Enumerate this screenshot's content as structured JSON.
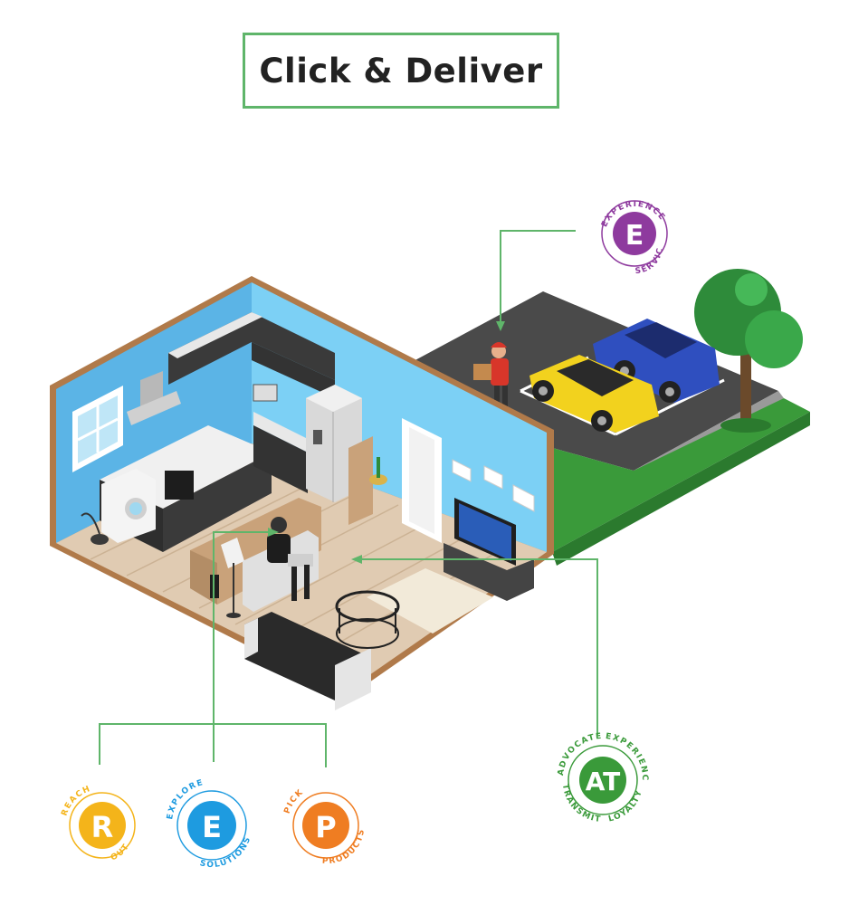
{
  "title": "Click & Deliver",
  "badges": {
    "experience_service": {
      "letter": "E",
      "top": "EXPERIENCE",
      "bottom": "SERVICE",
      "color": "#8e3a9e"
    },
    "reach_out": {
      "letter": "R",
      "top": "REACH",
      "bottom": "OUT",
      "color": "#f4b41a"
    },
    "explore_solutions": {
      "letter": "E",
      "top": "EXPLORE",
      "bottom": "SOLUTIONS",
      "color": "#1e9be0"
    },
    "pick_products": {
      "letter": "P",
      "top": "PICK",
      "bottom": "PRODUCTS",
      "color": "#ef7d22"
    },
    "advocate": {
      "letter": "AT",
      "top_left": "ADVOCATE",
      "top_right": "EXPERIENCE",
      "bottom_left": "TRANSMIT",
      "bottom_right": "LOYALTY",
      "color": "#3a9a3a"
    }
  },
  "colors": {
    "connector": "#5fb56a",
    "wall": "#6cc4f0",
    "floor": "#d9c2a8",
    "asphalt": "#4a4a4a",
    "grass": "#3a9a3a"
  }
}
